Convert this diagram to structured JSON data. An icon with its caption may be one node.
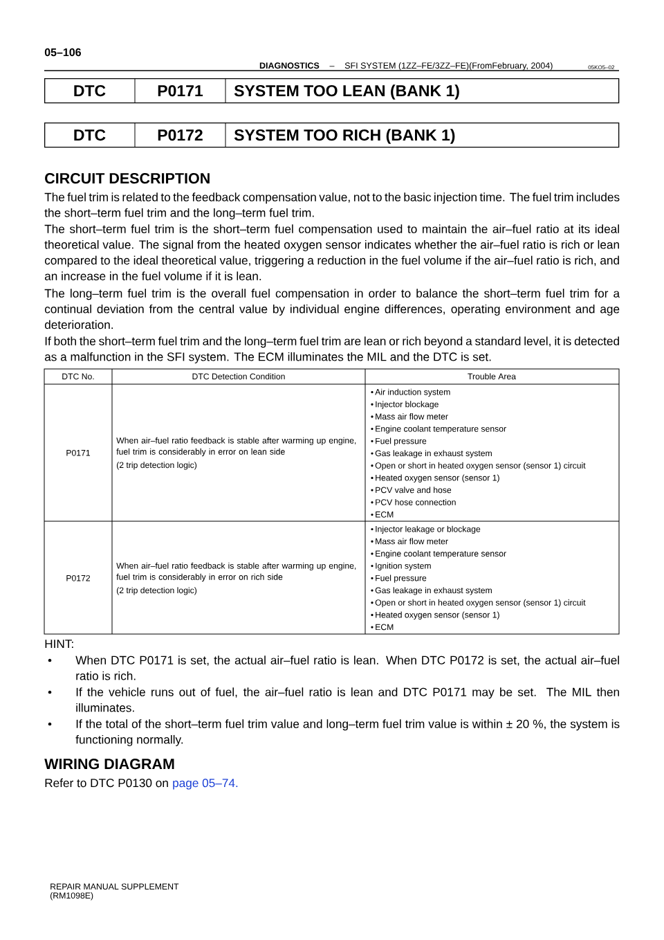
{
  "diagram": {
    "nodes": [
      {
        "text": [
          "DTC",
          "P0171",
          "SYSTEM TOO LEAN (BANK 1)"
        ]
      },
      {
        "text": [
          "DTC",
          "P0172",
          "SYSTEM TOO RICH (BANK 1)"
        ]
      }
    ],
    "labels": [
      "05–106",
      "DIAGNOSTICS",
      "–",
      "SFI SYSTEM (1ZZ–FE/3ZZ–FE)(FromFebruary, 2004)",
      "05KO5–02",
      "CIRCUIT DESCRIPTION",
      "The fuel trim is related to the feedback compensation value, not to the basic injection time. The fuel trim includes the short–term fuel trim and the long–term fuel trim.",
      "The short–term fuel trim is the short–term fuel compensation used to maintain the air–fuel ratio at its ideal theoretical value. The signal from the heated oxygen sensor indicates whether the air–fuel ratio is rich or lean compared to the ideal theoretical value, triggering a reduction in the fuel volume if the air–fuel ratio is rich, and an increase in the fuel volume if it is lean.",
      "The long–term fuel trim is the overall fuel compensation in order to balance the short–term fuel trim for a continual deviation from the central value by individual engine differences, operating environment and age deterioration.",
      "If both the short–term fuel trim and the long–term fuel trim are lean or rich beyond a standard level, it is detected as a malfunction in the SFI system. The ECM illuminates the MIL and the DTC is set.",
      "DTC No.",
      "DTC Detection Condition",
      "Trouble Area",
      "P0171",
      "When air–fuel ratio feedback is stable after warming up engine, fuel trim is considerably in error on lean side",
      "(2 trip detection logic)",
      "Air induction system",
      "Injector blockage",
      "Mass air flow meter",
      "Engine coolant temperature sensor",
      "Fuel pressure",
      "Gas leakage in exhaust system",
      "Open or short in heated oxygen sensor (sensor 1) circuit",
      "Heated oxygen sensor (sensor 1)",
      "PCV valve and hose",
      "PCV hose connection",
      "ECM",
      "P0172",
      "When air–fuel ratio feedback is stable after warming up engine, fuel trim is considerably in error on rich side",
      "(2 trip detection logic)",
      "Injector leakage or blockage",
      "Mass air flow meter",
      "Engine coolant temperature sensor",
      "Ignition system",
      "Fuel pressure",
      "Gas leakage in exhaust system",
      "Open or short in heated oxygen sensor (sensor 1) circuit",
      "Heated oxygen sensor (sensor 1)",
      "ECM",
      "HINT:",
      "When DTC P0171 is set, the actual air–fuel ratio is lean. When DTC P0172 is set, the actual air–fuel ratio is rich.",
      "If the vehicle runs out of fuel, the air–fuel ratio is lean and DTC P0171 may be set. The MIL then illuminates.",
      "If the total of the short–term fuel trim value and long–term fuel trim value is within ± 20 %, the system is functioning normally.",
      "WIRING DIAGRAM",
      "Refer to DTC P0130 on",
      "page 05–74.",
      "REPAIR MANUAL SUPPLEMENT",
      "(RM1098E)"
    ]
  }
}
